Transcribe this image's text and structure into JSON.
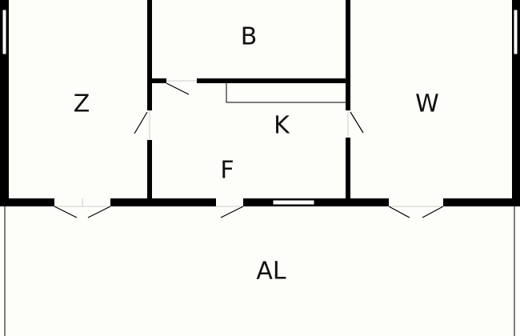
{
  "plan": {
    "rooms": {
      "b": "B",
      "z": "Z",
      "k": "K",
      "w": "W",
      "f": "F",
      "al": "AL"
    },
    "colors": {
      "background": "#fdfef9",
      "wall": "#000000",
      "label": "#111111"
    }
  }
}
